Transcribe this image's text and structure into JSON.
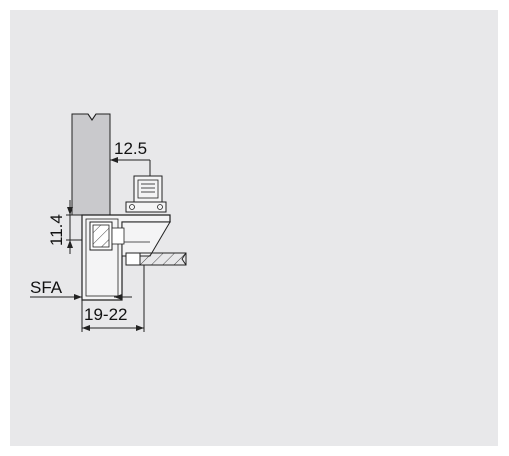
{
  "diagram": {
    "labels": {
      "dim_top": "12.5",
      "dim_left": "11.4",
      "dim_sfa": "SFA",
      "dim_bottom": "19-22"
    },
    "colors": {
      "background": "#e8e8ea",
      "panel_fill": "#c9c9cc",
      "line": "#222222",
      "light_fill": "#f4f4f5"
    }
  }
}
